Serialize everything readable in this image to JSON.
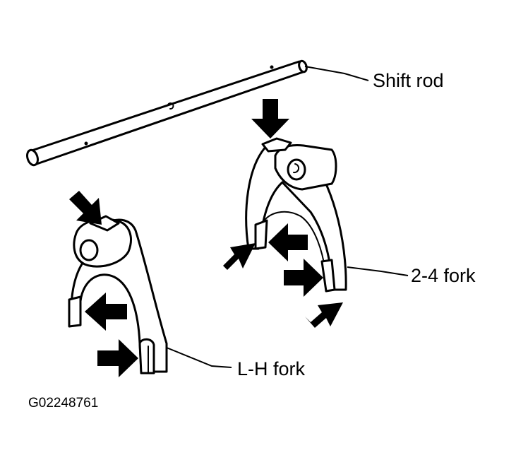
{
  "labels": {
    "shift_rod": "Shift rod",
    "fork_24": "2-4 fork",
    "fork_lh": "L-H fork",
    "figure_id": "G02248761"
  },
  "icons": [
    "shift-rod-icon",
    "fork-24-icon",
    "fork-lh-icon",
    "arrow-icon"
  ],
  "colors": {
    "line": "#000000",
    "background": "#ffffff"
  }
}
